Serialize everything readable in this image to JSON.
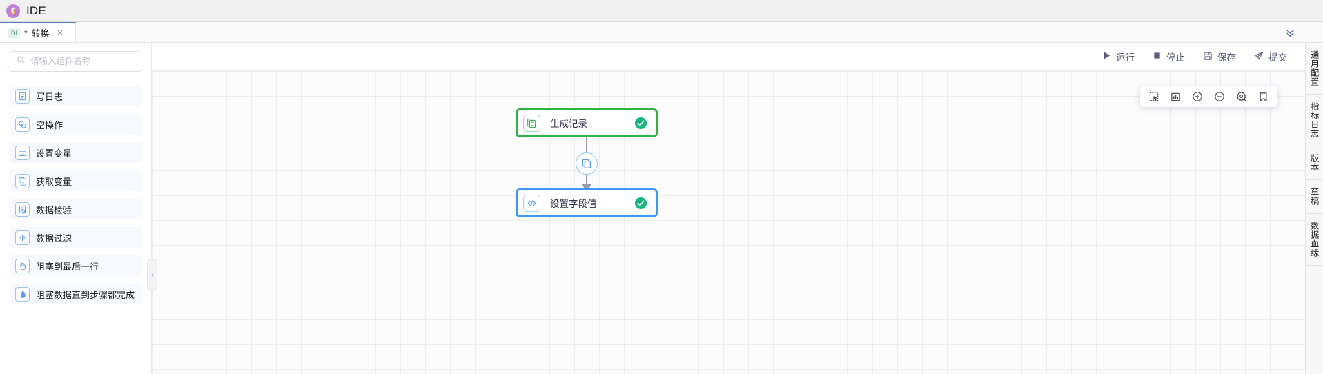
{
  "window": {
    "title": "IDE",
    "logo_icon": "app-logo-icon"
  },
  "tab": {
    "badge": "DI",
    "dirty_marker": "*",
    "label": "转换",
    "close_icon": "close-icon",
    "collapse_icon": "chevron-double-down-icon"
  },
  "palette": {
    "search": {
      "placeholder": "请输入组件名称",
      "value": "",
      "icon": "search-icon"
    },
    "collapse_icon": "chevron-left-icon",
    "items": [
      {
        "label": "写日志",
        "icon": "log-write-icon"
      },
      {
        "label": "空操作",
        "icon": "noop-icon"
      },
      {
        "label": "设置变量",
        "icon": "set-variable-icon"
      },
      {
        "label": "获取变量",
        "icon": "get-variable-icon"
      },
      {
        "label": "数据检验",
        "icon": "data-validate-icon"
      },
      {
        "label": "数据过滤",
        "icon": "data-filter-icon"
      },
      {
        "label": "阻塞到最后一行",
        "icon": "block-until-last-row-icon"
      },
      {
        "label": "阻塞数据直到步骤都完成",
        "icon": "block-until-steps-finish-icon"
      }
    ]
  },
  "toolbar": {
    "buttons": [
      {
        "label": "运行",
        "icon": "play-icon"
      },
      {
        "label": "停止",
        "icon": "stop-icon"
      },
      {
        "label": "保存",
        "icon": "save-icon"
      },
      {
        "label": "提交",
        "icon": "submit-icon"
      }
    ]
  },
  "canvas_tools": [
    {
      "icon": "marquee-select-icon"
    },
    {
      "icon": "auto-layout-icon"
    },
    {
      "icon": "zoom-in-icon"
    },
    {
      "icon": "zoom-out-icon"
    },
    {
      "icon": "fit-view-icon"
    },
    {
      "icon": "bookmark-icon"
    }
  ],
  "flow": {
    "nodes": [
      {
        "label": "生成记录",
        "icon": "generate-records-icon",
        "status": "success",
        "accent": "#2fb344"
      },
      {
        "label": "设置字段值",
        "icon": "set-field-value-icon",
        "status": "success",
        "accent": "#3e97f7"
      }
    ],
    "edge": {
      "badge_icon": "copy-rows-icon"
    }
  },
  "right_tabs": [
    {
      "label": "通用配置"
    },
    {
      "label": "指标日志"
    },
    {
      "label": "版本"
    },
    {
      "label": "草稿"
    },
    {
      "label": "数据血缘"
    }
  ],
  "colors": {
    "accent_green": "#2fb344",
    "accent_blue": "#3e97f7",
    "status_success": "#15b57b",
    "toolbar_text": "#5a5f7d",
    "tab_active_border": "#4d7fbe"
  }
}
